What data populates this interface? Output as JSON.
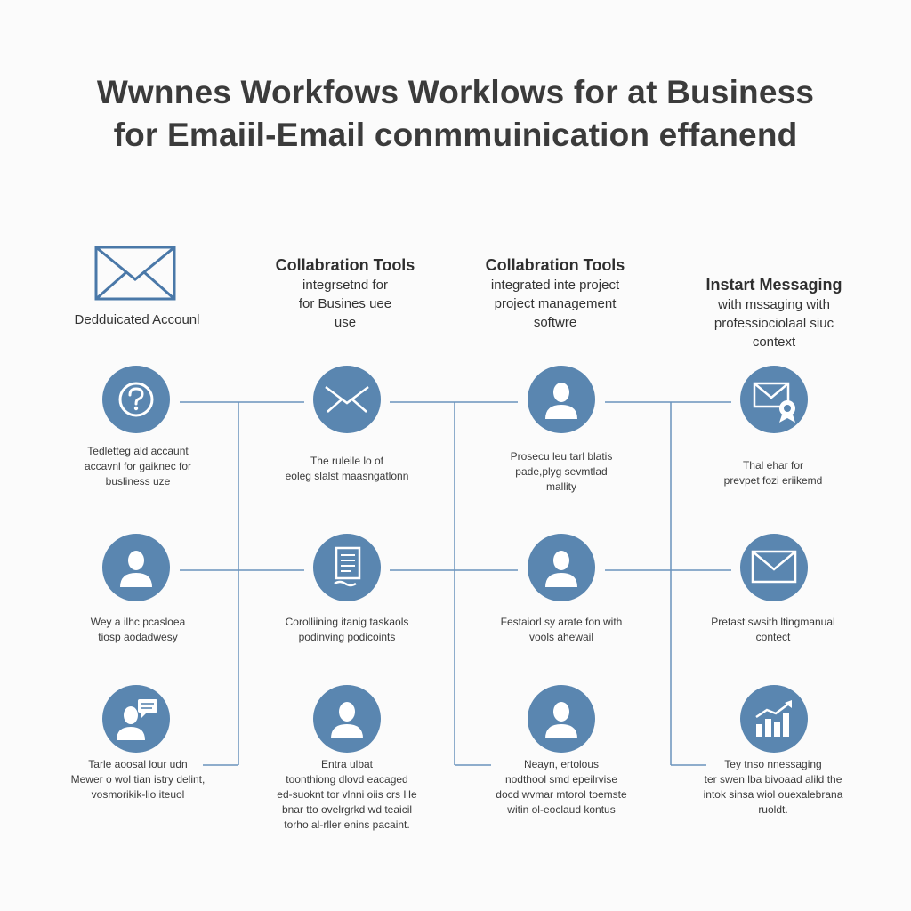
{
  "title": {
    "line1": "Wwnnes Workfows Worklows for at Business",
    "line2": "for Emaiil-Email conmmuinication effanend"
  },
  "colors": {
    "node_fill": "#5a86b0",
    "connector": "#6a93bd",
    "icon_outline": "#4a78a8"
  },
  "headers": {
    "col1": {
      "title": "",
      "lines": [
        "Dedduicated Accounl"
      ],
      "icon": "envelope-icon"
    },
    "col2": {
      "title": "Collabration Tools",
      "lines": [
        "integrsetnd for",
        "for Busines uee",
        "use"
      ]
    },
    "col3": {
      "title": "Collabration Tools",
      "lines": [
        "integrated inte project",
        "project management",
        "softwre"
      ]
    },
    "col4": {
      "title": "Instart Messaging",
      "lines": [
        "with mssaging with",
        "professiociolaal siuc",
        "context"
      ]
    }
  },
  "rows": [
    {
      "col1": {
        "icon": "question-icon",
        "lines": [
          "Tedletteg ald accaunt",
          "accavnl for gaiknec for",
          "busliness uze"
        ]
      },
      "col2": {
        "icon": "envelope-icon",
        "lines": [
          "The ruleile lo of",
          "eoleg slalst maasngatlonn"
        ]
      },
      "col3": {
        "icon": "user-icon",
        "lines": [
          "Prosecu leu tarl blatis",
          "pade,plyg sevmtlad",
          "mallity"
        ]
      },
      "col4": {
        "icon": "envelope-badge-icon",
        "lines": [
          "Thal ehar for",
          "prevpet fozi eriikemd"
        ]
      }
    },
    {
      "col1": {
        "icon": "user-icon",
        "lines": [
          "Wey a ilhc pcasloea",
          "tiosp aodadwesy"
        ]
      },
      "col2": {
        "icon": "document-icon",
        "lines": [
          "Corolliining itanig taskaols",
          "podinving podicoints"
        ]
      },
      "col3": {
        "icon": "user-icon",
        "lines": [
          "Festaiorl sy arate fon with",
          "vools ahewail"
        ]
      },
      "col4": {
        "icon": "envelope-icon",
        "lines": [
          "Pretast swsith ltingmanual",
          "contect"
        ]
      }
    },
    {
      "col1": {
        "icon": "chat-user-icon",
        "lines": [
          "Tarle aoosal lour udn",
          "Mewer o wol tian istry delint,",
          "vosmorikik-lio iteuol"
        ]
      },
      "col2": {
        "icon": "user-icon",
        "lines": [
          "Entra ulbat",
          "toonthiong dlovd eacaged",
          "ed-suoknt tor vlnni oiis crs He",
          "bnar tto ovelrgrkd wd teaicil",
          "torho al-rller enins pacaint."
        ]
      },
      "col3": {
        "icon": "user-icon",
        "lines": [
          "Neayn, ertolous",
          "nodthool smd epeilrvise",
          "docd wvmar mtorol toemste",
          "witin ol-eoclaud kontus"
        ]
      },
      "col4": {
        "icon": "bar-chart-icon",
        "lines": [
          "Tey tnso nnessaging",
          "ter swen lba bivoaad alild the",
          "intok sinsa wiol ouexalebrana",
          "ruoldt."
        ]
      }
    }
  ]
}
